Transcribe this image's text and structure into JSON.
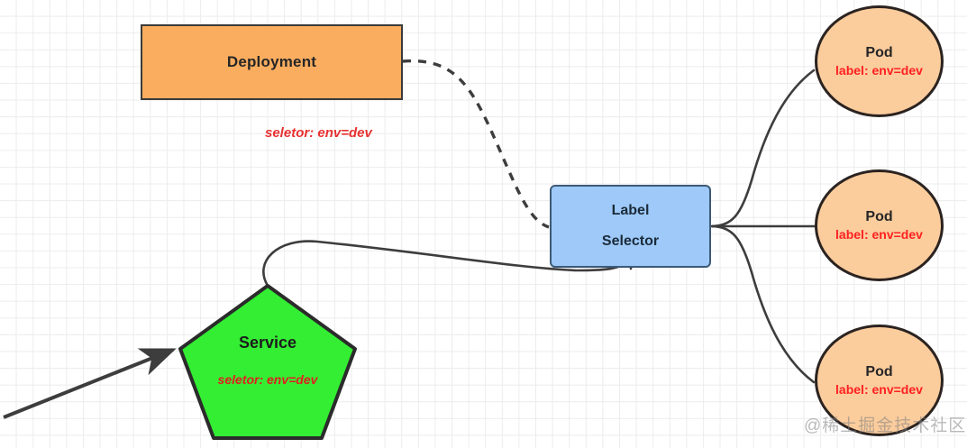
{
  "diagram": {
    "title": "Kubernetes Label Selector Diagram",
    "background": "#ffffff",
    "grid_color": "#ececec",
    "edge_color": "#3d3d3d"
  },
  "nodes": {
    "deployment": {
      "label": "Deployment",
      "shape": "rectangle",
      "fill": "#FAAD5F",
      "stroke": "#3a3a3a"
    },
    "deployment_annotation": {
      "text": "seletor:  env=dev",
      "color": "#E83030"
    },
    "label_selector": {
      "line1": "Label",
      "line2": "Selector",
      "shape": "rounded-rectangle",
      "fill": "#9EC9F8",
      "stroke": "#3c5a78"
    },
    "service": {
      "label": "Service",
      "annotation": "seletor:  env=dev",
      "shape": "pentagon",
      "fill": "#33EE33",
      "stroke": "#2b2b2b",
      "annotation_color": "#E02020"
    },
    "pods": [
      {
        "label": "Pod",
        "sublabel": "label: env=dev",
        "shape": "ellipse",
        "fill": "#FBCC9C",
        "stroke": "#2b2320",
        "sublabel_color": "#FF2020"
      },
      {
        "label": "Pod",
        "sublabel": "label: env=dev",
        "shape": "ellipse",
        "fill": "#FBCC9C",
        "stroke": "#2b2320",
        "sublabel_color": "#FF2020"
      },
      {
        "label": "Pod",
        "sublabel": "label: env=dev",
        "shape": "ellipse",
        "fill": "#FBCC9C",
        "stroke": "#2b2320",
        "sublabel_color": "#FF2020"
      }
    ]
  },
  "edges": [
    {
      "name": "deployment-to-label-selector",
      "from": "deployment",
      "to": "label_selector",
      "style": "dashed",
      "arrow": false
    },
    {
      "name": "service-to-label-selector",
      "from": "service",
      "to": "label_selector",
      "style": "solid",
      "arrow": false
    },
    {
      "name": "label-selector-to-pod-1",
      "from": "label_selector",
      "to": "pod-1",
      "style": "solid",
      "arrow": false
    },
    {
      "name": "label-selector-to-pod-2",
      "from": "label_selector",
      "to": "pod-2",
      "style": "solid",
      "arrow": false
    },
    {
      "name": "label-selector-to-pod-3",
      "from": "label_selector",
      "to": "pod-3",
      "style": "solid",
      "arrow": false
    },
    {
      "name": "incoming-traffic-to-service",
      "from": "external",
      "to": "service",
      "style": "solid",
      "arrow": true
    }
  ],
  "watermark": {
    "text": "@稀土掘金技术社区"
  }
}
